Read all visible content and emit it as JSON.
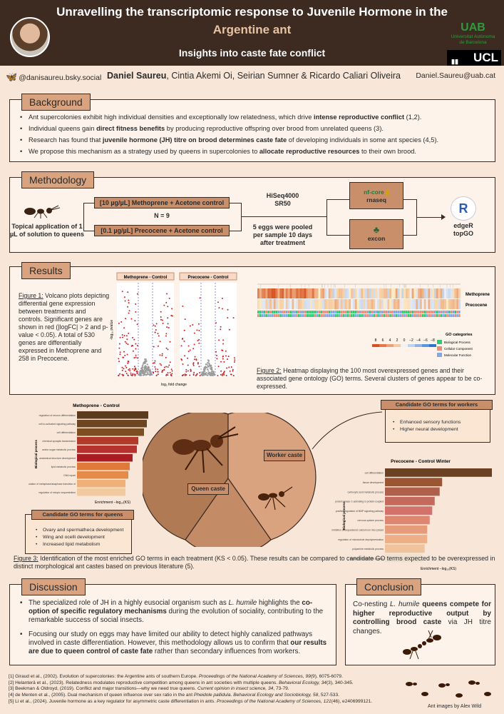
{
  "header": {
    "title_line1": "Unravelling the transcriptomic response to Juvenile Hormone in the",
    "title_line2": "Argentine ant",
    "subtitle": "Insights into caste fate conflict",
    "uab_logo": "UAB",
    "uab_sub1": "Universitat Autònoma",
    "uab_sub2": "de Barcelona",
    "ucl_logo": "UCL"
  },
  "authors_bar": {
    "handle": "@danisaureu.bsky.social",
    "lead_author": "Daniel Saureu",
    "coauthors": ", Cintia Akemi Oi, Seirian Sumner & Ricardo Caliari Oliveira",
    "email": "Daniel.Saureu@uab.cat"
  },
  "background": {
    "title": "Background",
    "bullets": [
      [
        "Ant supercolonies exhibit high individual densities and exceptionally low relatedness, which drive ",
        "intense reproductive conflict",
        " (1,2)."
      ],
      [
        "Individual queens gain ",
        "direct fitness benefits",
        " by producing reproductive offspring over brood from unrelated queens (3)."
      ],
      [
        "Research has found that ",
        "juvenile hormone (JH) titre on brood determines caste fate",
        " of developing individuals in some ant species (4,5)."
      ],
      [
        "We propose this mechanism as a strategy used by queens in supercolonies to ",
        "allocate reproductive resources",
        " to their own brood."
      ]
    ]
  },
  "methodology": {
    "title": "Methodology",
    "topical": "Topical application of 1 µL of solution to queens",
    "treatment1": "[10 µg/µL] Methoprene + Acetone control",
    "treatment2": "[0.1 µg/µL] Precocene + Acetone control",
    "n": "N = 9",
    "seq": "HiSeq4000",
    "seq2": "SR50",
    "eggs": "5 eggs were pooled per sample 10 days after treatment",
    "tool1_a": "nf-core",
    "tool1_b": "rnaseq",
    "tool2": "excon",
    "r_logo": "R",
    "stats1": "edgeR",
    "stats2": "topGO"
  },
  "results": {
    "title": "Results",
    "fig1_label": "Figure 1:",
    "fig1_caption": " Volcano plots depicting differential gene expression between treatments and controls. Significant genes are shown in red (|logFC| > 2 and p-value < 0.05). A total of 530 genes are differentially expressed in Methoprene and 258 in Precocene.",
    "volcano_title1": "Methoprene - Control",
    "volcano_title2": "Precocene - Control",
    "volcano_ylabel": "-log₁₀ pvalue",
    "volcano_xlabel": "log₂ fold change",
    "heat_row1": "Methoprene",
    "heat_row2": "Precocene",
    "heat_scale": [
      "8",
      "6",
      "4",
      "2",
      "0",
      "−2",
      "−4",
      "−6",
      "−8"
    ],
    "go_legend_title": "GO categories",
    "go_legend": [
      "Biological Process",
      "Cellular Component",
      "Molecular Function"
    ],
    "go_colors": [
      "#2ecc71",
      "#e98c7a",
      "#7fa8e8"
    ],
    "fig2_label": "Figure 2:",
    "fig2_caption": " Heatmap displaying the 100 most overexpressed genes and their associated gene ontology (GO) terms. Several clusters of genes appear to be co-expressed."
  },
  "castes": {
    "bar_title1": "Methoprene - Control",
    "bar_title2": "Precocene - Control Winter",
    "ylabel": "Biological process",
    "xlabel": "Enrichment −log₁₀(KS)",
    "queen_caste": "Queen caste",
    "worker_caste": "Worker caste",
    "workers_title": "Candidate GO terms for workers",
    "workers_items": [
      "Enhanced sensory functions",
      "Higher neural development"
    ],
    "queens_title": "Candidate GO terms for queens",
    "queens_items": [
      "Ovary and spermatheca development",
      "Wing and ocelli development",
      "Increased lipid metabolism"
    ],
    "fig3_label": "Figure 3:",
    "fig3_caption": " Identification of the most enriched GO terms in each treatment (KS < 0.05). These results can be compared to candidate GO terms expected to be overexpressed in distinct morphological ant castes based on previous literature (5)."
  },
  "chart_data": [
    {
      "type": "bar",
      "title": "Methoprene - Control",
      "xlabel": "Enrichment −log₁₀(KS)",
      "ylabel": "Biological process",
      "categories": [
        "regulation of neuron differentiation",
        "cell-to-activated signaling pathway",
        "cell differentiation",
        "chemical synaptic transmission",
        "amino sugar metabolic process",
        "anatomical structure development",
        "lipid metabolic process",
        "DNA repair",
        "regulation of metaphase/anaphase transition of",
        "regulation of ectopic sequestration"
      ],
      "values": [
        5.0,
        4.9,
        4.7,
        4.3,
        4.2,
        3.9,
        3.7,
        3.6,
        3.4,
        3.4
      ],
      "colors": [
        "#5b3a1e",
        "#6e4521",
        "#7d4e22",
        "#b23a2a",
        "#b5322e",
        "#a91d22",
        "#e07a3a",
        "#e58a48",
        "#f0b07a",
        "#f3c9a0"
      ]
    },
    {
      "type": "bar",
      "title": "Precocene - Control Winter",
      "xlabel": "Enrichment −log₁₀(KS)",
      "ylabel": "Biological process",
      "categories": [
        "cell differentiation",
        "tissue development",
        "carboxylic acid metabolic process",
        "protein kinase C-activating G protein-coupled",
        "positive regulation of BMP signaling pathway",
        "nervous system process",
        "inhibition of sequestered calcium ion into cytosol",
        "regulation of microtubule depolymerization",
        "polyamine metabolic process",
        "isoprenoid biosynthetic process"
      ],
      "values": [
        4.3,
        2.3,
        2.2,
        2.0,
        1.9,
        1.8,
        1.7,
        1.7,
        1.6,
        1.5
      ],
      "colors": [
        "#6a4122",
        "#9a5533",
        "#b0604a",
        "#c46a5c",
        "#d2726b",
        "#de8770",
        "#e69c7a",
        "#ecaf88",
        "#f1c39c",
        "#f0e0d0"
      ]
    }
  ],
  "discussion": {
    "title": "Discussion",
    "p1_a": "The specialized role of JH in a highly eusocial organism such as ",
    "p1_species": "L. humile",
    "p1_b": " highlights the ",
    "p1_bold": "co-option of specific regulatory mechanisms",
    "p1_c": " during the evolution of sociality, contributing to the remarkable success of social insects.",
    "p2_a": "Focusing our study on eggs may have limited our ability to detect highly canalized pathways involved in caste differentiation. However, this methodology allows us to confirm that ",
    "p2_bold": "our results are due to queen control of caste fate",
    "p2_b": " rather than secondary influences from workers."
  },
  "conclusion": {
    "title": "Conclusion",
    "a": "Co-nesting ",
    "species": "L. humile",
    "bold": " queens compete for higher reproductive output by controlling brood caste",
    "b": " via JH titre changes."
  },
  "references": [
    [
      "[1] Giraud et al., (2002). Evolution of supercolonies: the Argentine ants of southern Europe. ",
      "Proceedings of the National Academy of Sciences, 99",
      "(9), 6075-6079."
    ],
    [
      "[2] Helanterä et al., (2023). Relatedness modulates reproductive competition among queens in ant societies with multiple queens. ",
      "Behavioral Ecology, 34",
      "(3), 340-345."
    ],
    [
      "[3] Beekman & Oldroyd, (2019). Conflict and major transitions—why we need true queens. ",
      "Current opinion in insect science, 34",
      ", 73-79."
    ],
    [
      "[4] de Menten et al., (2005). Dual mechanism of queen influence over sex ratio in the ant ",
      "Pheidole pallidula. Behavioral Ecology and Sociobiology, 58",
      ", 527-533."
    ],
    [
      "[5] Li et al., (2024). Juvenile hormone as a key regulator for asymmetric caste differentiation in ants. ",
      "Proceedings of the National Academy of Sciences, 121",
      "(46), e2406999121."
    ]
  ],
  "credit": "Ant images by Alex Wild"
}
